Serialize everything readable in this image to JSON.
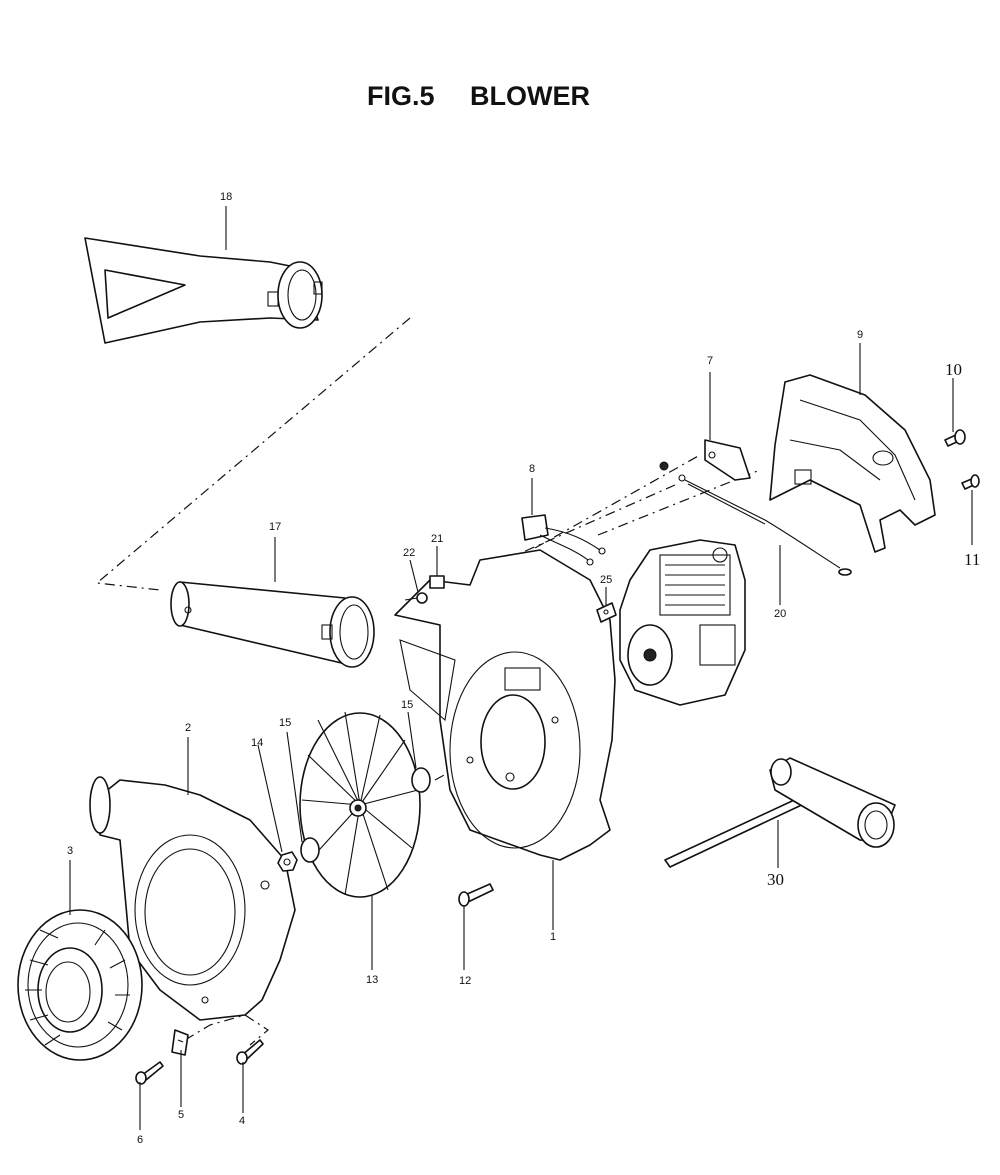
{
  "title": {
    "fig": "FIG.5",
    "name": "BLOWER"
  },
  "parts": {
    "p1": "1",
    "p2": "2",
    "p3": "3",
    "p4": "4",
    "p5": "5",
    "p6": "6",
    "p7": "7",
    "p8": "8",
    "p9": "9",
    "p10": "10",
    "p11": "11",
    "p12": "12",
    "p13": "13",
    "p14": "14",
    "p15a": "15",
    "p15b": "15",
    "p17": "17",
    "p18": "18",
    "p20": "20",
    "p21": "21",
    "p22": "22",
    "p25": "25",
    "p30": "30"
  }
}
